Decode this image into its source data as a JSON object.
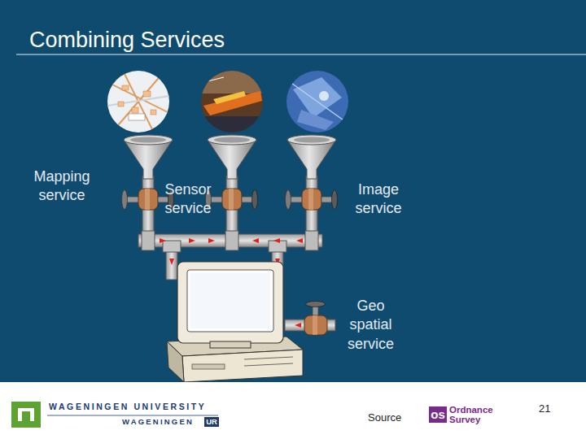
{
  "diagram": {
    "title": "Combining Services",
    "labels": [
      "Mapping service",
      "Sensor service",
      "Image service",
      "Geo spatial service",
      "WAGENINGEN UNIVERSITY",
      "WAGENINGEN",
      "UR",
      "Source",
      "os",
      "Ordnance Survey",
      "21"
    ]
  }
}
